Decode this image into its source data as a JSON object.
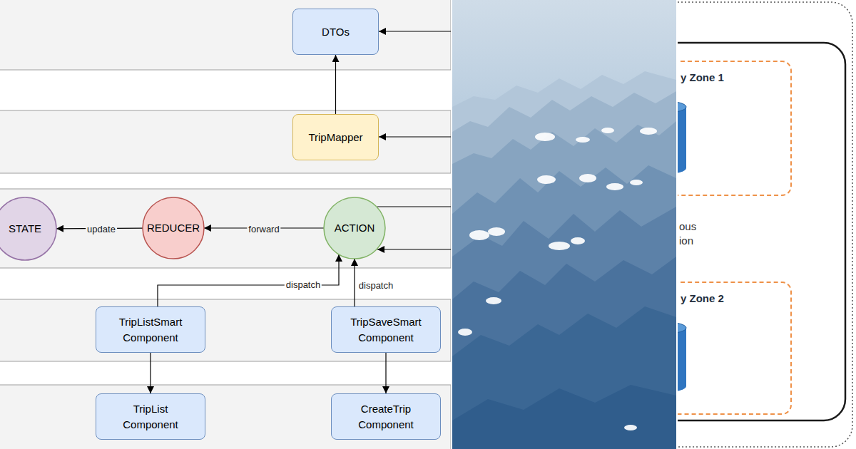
{
  "diagram": {
    "nodes": [
      {
        "text": [
          "DTOs"
        ]
      },
      {
        "text": [
          "TripMapper"
        ]
      },
      {
        "text": [
          "STATE"
        ]
      },
      {
        "text": [
          "REDUCER"
        ]
      },
      {
        "text": [
          "ACTION"
        ]
      },
      {
        "text": [
          "TripListSmart Component"
        ]
      },
      {
        "text": [
          "TripSaveSmart Component"
        ]
      },
      {
        "text": [
          "TripList Component"
        ]
      },
      {
        "text": [
          "CreateTrip Component"
        ]
      },
      {
        "text": [
          "y Zone 1"
        ]
      },
      {
        "text": [
          "y Zone 2"
        ]
      }
    ],
    "edges": [
      {
        "from": 1,
        "to": 0,
        "arrow": "to"
      },
      {
        "from": 3,
        "to": 2,
        "label": "update",
        "arrow": "to"
      },
      {
        "from": 4,
        "to": 3,
        "label": "forward",
        "arrow": "to"
      },
      {
        "from": 5,
        "to": 4,
        "label": "dispatch",
        "arrow": "to"
      },
      {
        "from": 6,
        "to": 4,
        "label": "dispatch",
        "arrow": "to"
      },
      {
        "from": 5,
        "to": 7,
        "arrow": "to"
      },
      {
        "from": 6,
        "to": 8,
        "arrow": "to"
      }
    ],
    "labels": [
      "ous ion"
    ]
  }
}
